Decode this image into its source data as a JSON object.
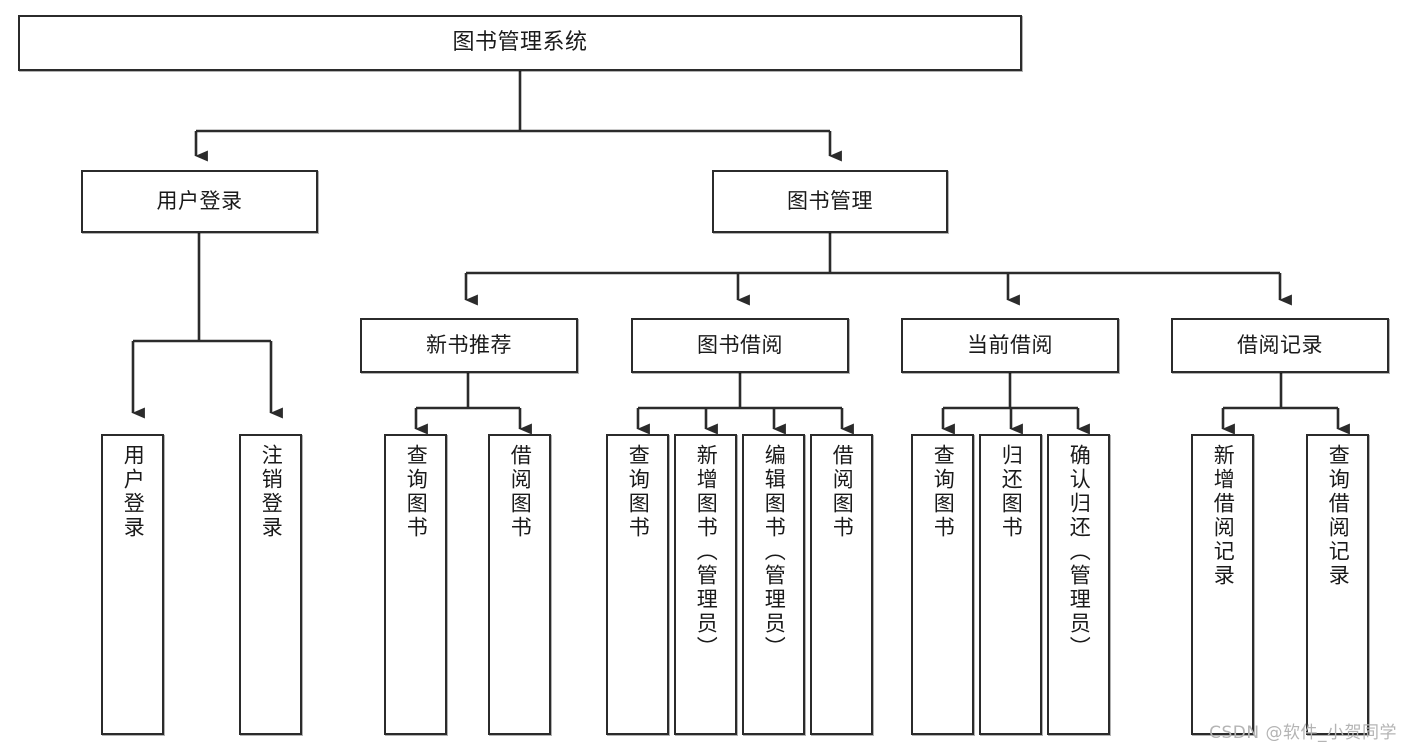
{
  "diagram": {
    "title": "图书管理系统",
    "type": "tree-hierarchy-chart",
    "watermark": "CSDN @软件_小贺同学",
    "colors": {
      "background": "#ffffff",
      "border": "#2b2b2b",
      "text": "#1a1a1a",
      "edge": "#2b2b2b",
      "watermark": "#b4b4b4"
    },
    "nodes": {
      "root": {
        "label": "图书管理系统"
      },
      "level2": [
        {
          "id": "user-login",
          "label": "用户登录"
        },
        {
          "id": "book-manage",
          "label": "图书管理"
        }
      ],
      "level3": [
        {
          "id": "new-book-recommend",
          "label": "新书推荐"
        },
        {
          "id": "book-borrow",
          "label": "图书借阅"
        },
        {
          "id": "current-borrow",
          "label": "当前借阅"
        },
        {
          "id": "borrow-record",
          "label": "借阅记录"
        }
      ],
      "leaves": {
        "user_login": [
          {
            "id": "leaf-user-login",
            "label": "用户登录"
          },
          {
            "id": "leaf-logout-login",
            "label": "注销登录"
          }
        ],
        "new_book_recommend": [
          {
            "id": "leaf-query-book-1",
            "label": "查询图书"
          },
          {
            "id": "leaf-borrow-book-1",
            "label": "借阅图书"
          }
        ],
        "book_borrow": [
          {
            "id": "leaf-query-book-2",
            "label": "查询图书"
          },
          {
            "id": "leaf-add-book",
            "label": "新增图书（管理员）"
          },
          {
            "id": "leaf-edit-book",
            "label": "编辑图书（管理员）"
          },
          {
            "id": "leaf-borrow-book-2",
            "label": "借阅图书"
          }
        ],
        "current_borrow": [
          {
            "id": "leaf-query-book-3",
            "label": "查询图书"
          },
          {
            "id": "leaf-return-book",
            "label": "归还图书"
          },
          {
            "id": "leaf-confirm-return",
            "label": "确认归还（管理员）"
          }
        ],
        "borrow_record": [
          {
            "id": "leaf-add-record",
            "label": "新增借阅记录"
          },
          {
            "id": "leaf-query-record",
            "label": "查询借阅记录"
          }
        ]
      }
    }
  }
}
